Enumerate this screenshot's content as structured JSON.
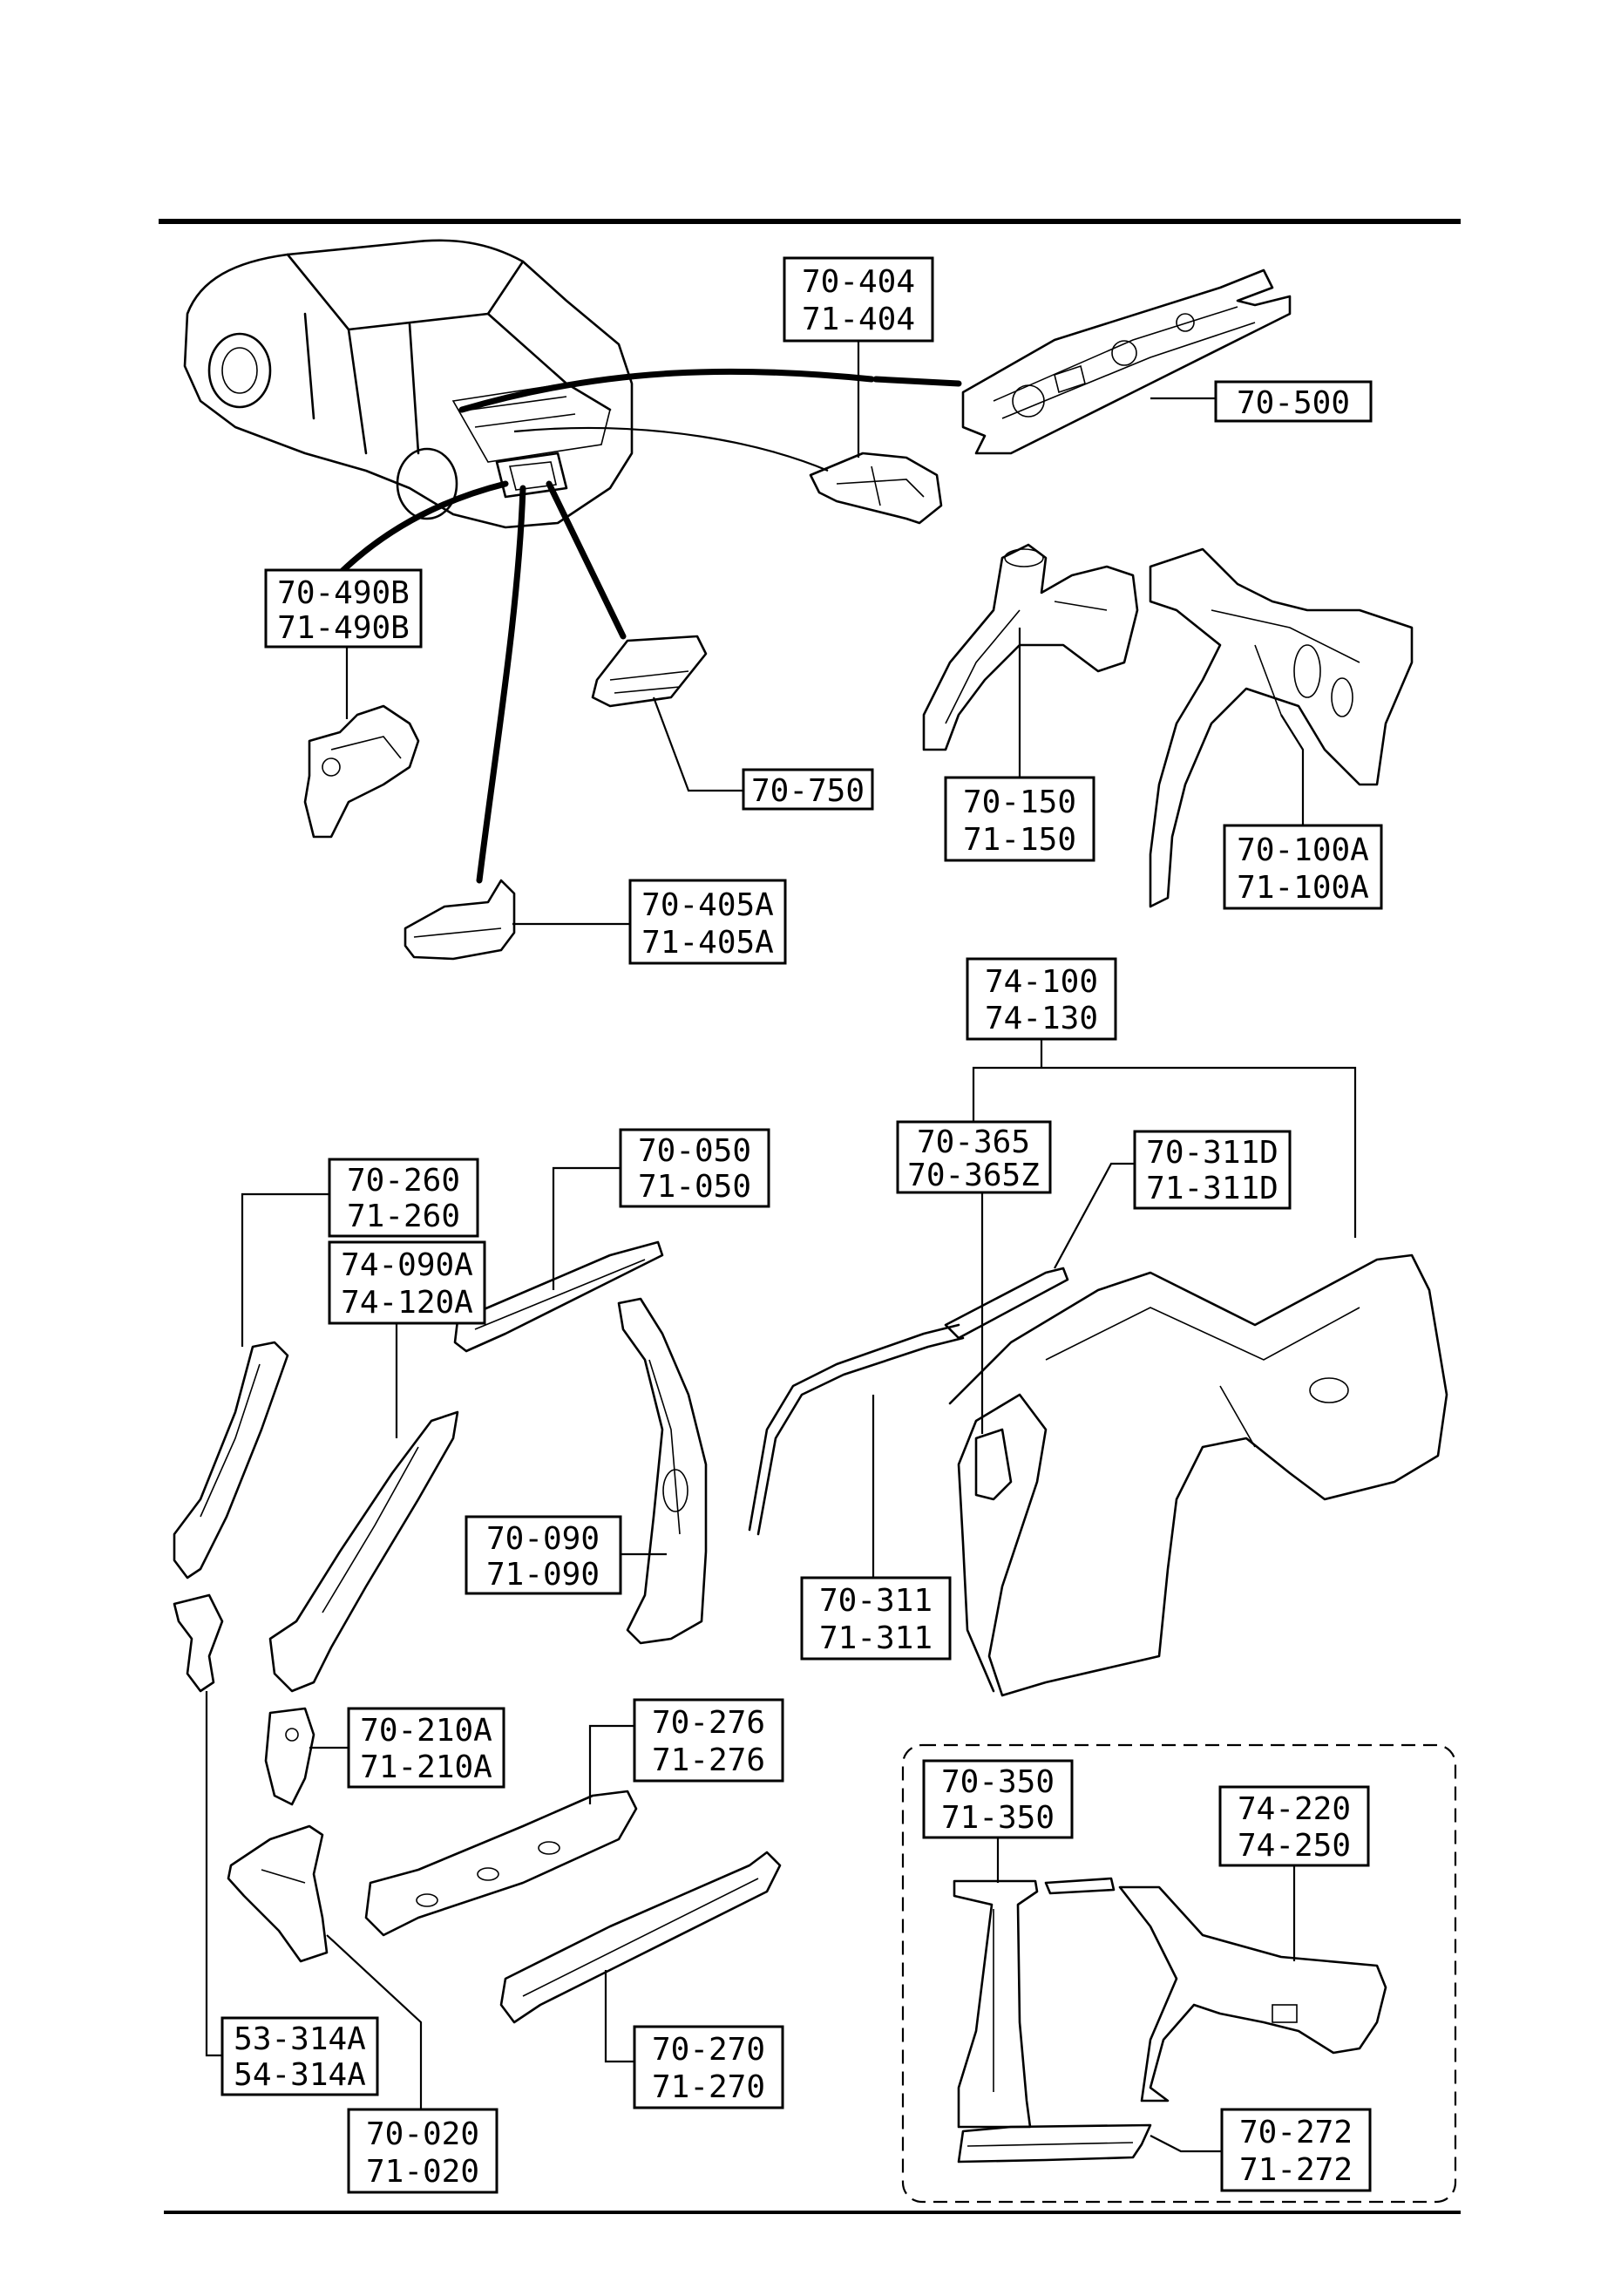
{
  "labels": {
    "l_70_404": [
      "70-404",
      "71-404"
    ],
    "l_70_500": [
      "70-500"
    ],
    "l_70_490b": [
      "70-490B",
      "71-490B"
    ],
    "l_70_750": [
      "70-750"
    ],
    "l_70_150": [
      "70-150",
      "71-150"
    ],
    "l_70_100a": [
      "70-100A",
      "71-100A"
    ],
    "l_70_405a": [
      "70-405A",
      "71-405A"
    ],
    "l_74_100": [
      "74-100",
      "74-130"
    ],
    "l_70_365": [
      "70-365",
      "70-365Z"
    ],
    "l_70_311d": [
      "70-311D",
      "71-311D"
    ],
    "l_70_260": [
      "70-260",
      "71-260"
    ],
    "l_70_050": [
      "70-050",
      "71-050"
    ],
    "l_74_090a": [
      "74-090A",
      "74-120A"
    ],
    "l_70_090": [
      "70-090",
      "71-090"
    ],
    "l_70_311": [
      "70-311",
      "71-311"
    ],
    "l_70_210a": [
      "70-210A",
      "71-210A"
    ],
    "l_70_276": [
      "70-276",
      "71-276"
    ],
    "l_70_350": [
      "70-350",
      "71-350"
    ],
    "l_74_220": [
      "74-220",
      "74-250"
    ],
    "l_53_314a": [
      "53-314A",
      "54-314A"
    ],
    "l_70_270": [
      "70-270",
      "71-270"
    ],
    "l_70_020": [
      "70-020",
      "71-020"
    ],
    "l_70_272": [
      "70-272",
      "71-272"
    ]
  }
}
